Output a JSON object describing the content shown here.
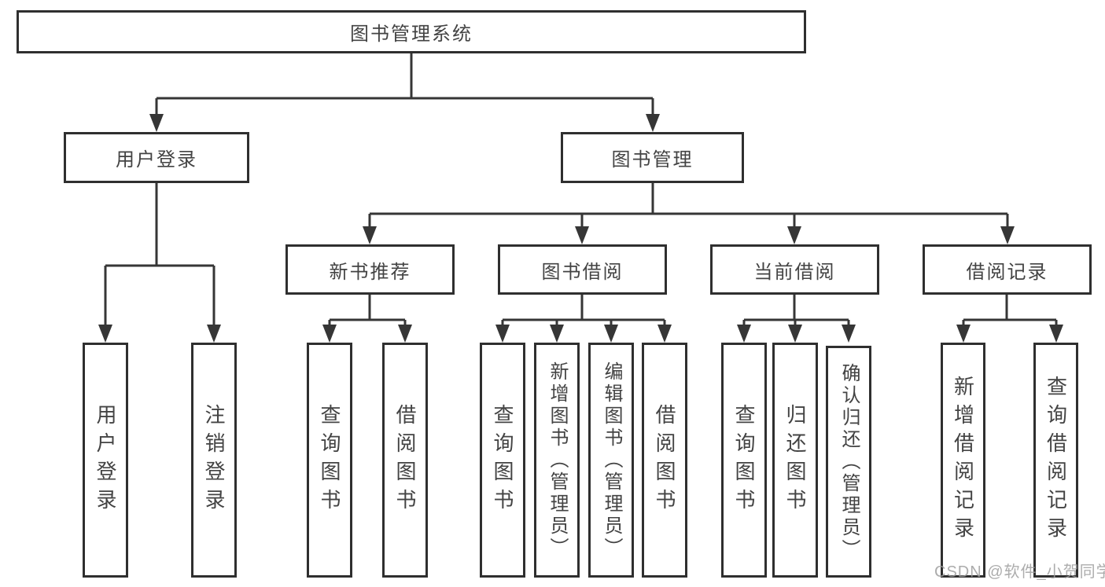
{
  "diagram": {
    "nodes": {
      "root": "图书管理系统",
      "user_login": "用户登录",
      "book_management": "图书管理",
      "new_book_recommend": "新书推荐",
      "book_borrow": "图书借阅",
      "current_borrow": "当前借阅",
      "borrow_records": "借阅记录",
      "leaf_user_login": "用户登录",
      "leaf_logout": "注销登录",
      "leaf_rec_query_books": "查询图书",
      "leaf_rec_borrow_books": "借阅图书",
      "leaf_bb_query_books": "查询图书",
      "leaf_bb_add_books": "新增图书（管理员）",
      "leaf_bb_edit_books": "编辑图书（管理员）",
      "leaf_bb_borrow_books": "借阅图书",
      "leaf_cb_query_books": "查询图书",
      "leaf_cb_return_books": "归还图书",
      "leaf_cb_confirm_return": "确认归还（管理员）",
      "leaf_br_add_record": "新增借阅记录",
      "leaf_br_query_record": "查询借阅记录"
    },
    "watermark": "CSDN @软件_小贺同学",
    "colors": {
      "line": "#363636",
      "box_border": "#2f2f2f",
      "text": "#434343",
      "watermark": "#9e9e9e",
      "background": "#ffffff"
    }
  }
}
